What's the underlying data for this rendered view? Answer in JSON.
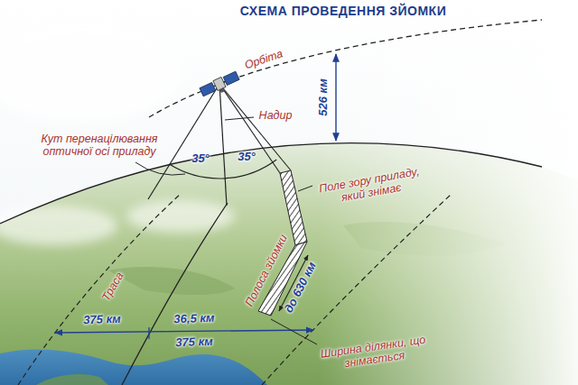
{
  "diagram": {
    "title": "СХЕМА ПРОВЕДЕННЯ ЗЙОМКИ",
    "labels": [
      "Орбіта",
      "526 км",
      "Надир",
      "Кут перенацілювання оптичної осі приладу",
      "35°",
      "35°",
      "Поле зору приладу, який знімає",
      "Траса",
      "Полоса зйомки",
      "до 630 км",
      "375 км",
      "36,5 км",
      "375 км",
      "Ширина ділянки, що знімається"
    ]
  }
}
